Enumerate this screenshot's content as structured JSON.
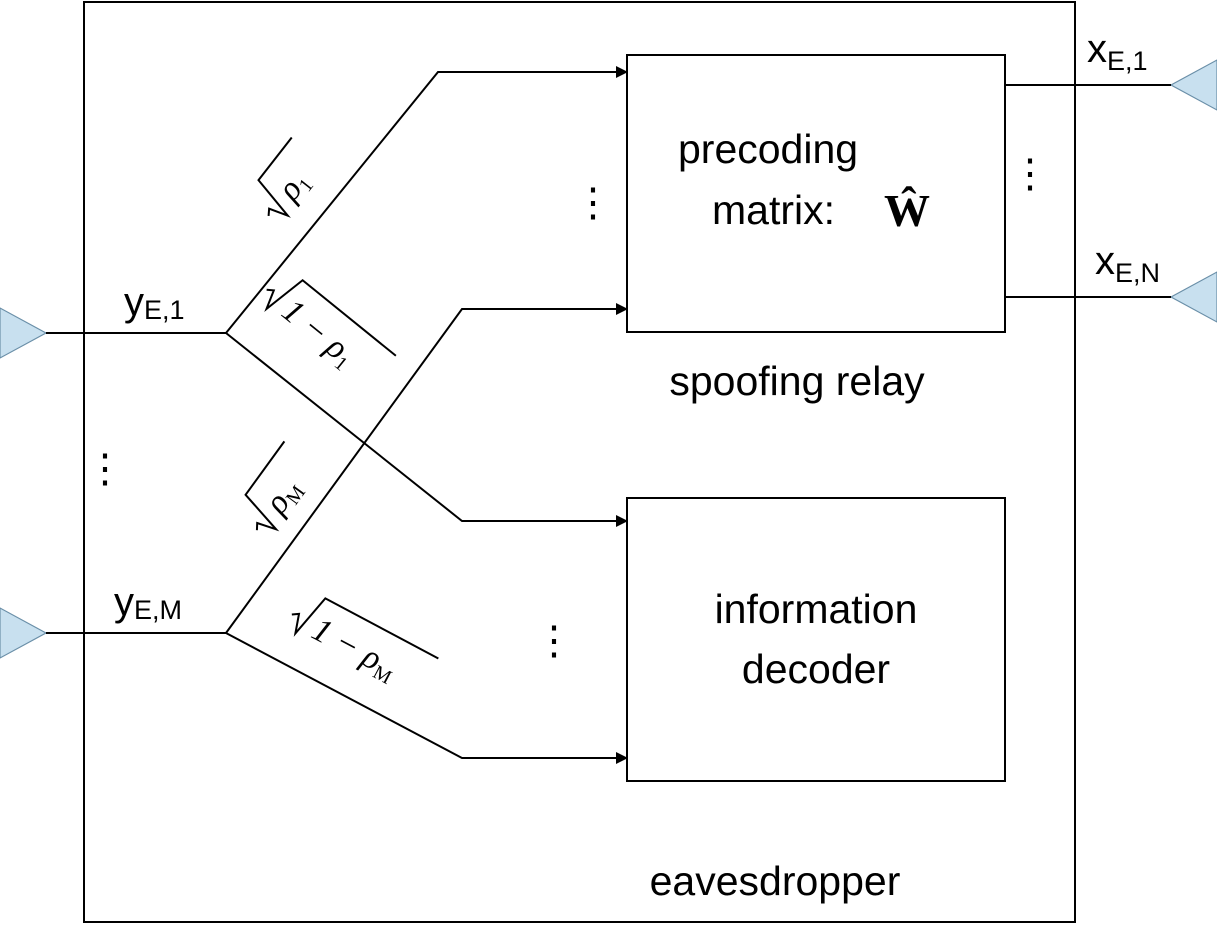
{
  "labels": {
    "eavesdropper": "eavesdropper",
    "spoofing_relay": "spoofing relay",
    "precoding_line1": "precoding",
    "precoding_line2": "matrix:",
    "precoding_symbol": "Ŵ",
    "decoder_line1": "information",
    "decoder_line2": "decoder",
    "ellipsis": "⋮"
  },
  "inputs": {
    "y1": {
      "base": "y",
      "sub": "E,1"
    },
    "yM": {
      "base": "y",
      "sub": "E,M"
    }
  },
  "outputs": {
    "x1": {
      "base": "x",
      "sub": "E,1"
    },
    "xN": {
      "base": "x",
      "sub": "E,N"
    }
  },
  "coefficients": {
    "sqrt_rho1": {
      "radicand": "ρ",
      "sub": "1"
    },
    "sqrt_1_minus_rho1": {
      "radicand": "1 − ρ",
      "sub": "1"
    },
    "sqrt_rhoM": {
      "radicand": "ρ",
      "sub": "M"
    },
    "sqrt_1_minus_rhoM": {
      "radicand": "1 − ρ",
      "sub": "M"
    }
  },
  "colors": {
    "antenna_fill": "#c8e0ef",
    "antenna_stroke": "#6a8fa8"
  }
}
